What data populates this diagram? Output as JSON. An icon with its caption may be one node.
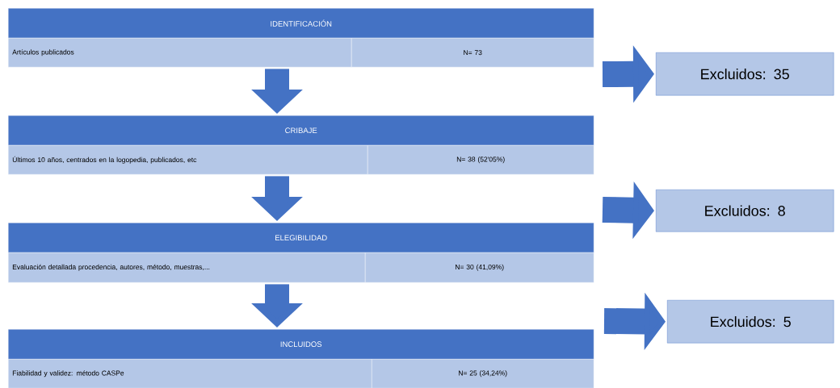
{
  "diagram": {
    "nodes": [
      {
        "text": [
          "IDENTIFICACIÓN"
        ]
      },
      {
        "text": [
          "Artículos publicados"
        ]
      },
      {
        "text": [
          "N= 73"
        ]
      },
      {
        "text": [
          "CRIBAJE"
        ]
      },
      {
        "text": [
          "Últimos 10 años, centrados en la logopedia, publicados, etc"
        ]
      },
      {
        "text": [
          "N= 38 (52'05%)"
        ]
      },
      {
        "text": [
          "ELEGIBILIDAD"
        ]
      },
      {
        "text": [
          "Evaluación detallada procedencia, autores, método, muestras,..."
        ]
      },
      {
        "text": [
          "N= 30 (41,09%)"
        ]
      },
      {
        "text": [
          "INCLUIDOS"
        ]
      },
      {
        "text": [
          "Fiabilidad y validez: método CASPe"
        ]
      },
      {
        "text": [
          "N= 25 (34,24%)"
        ]
      },
      {
        "text": [
          "Excluidos: 35"
        ]
      },
      {
        "text": [
          "Excluidos: 8"
        ]
      },
      {
        "text": [
          "Excluidos: 5"
        ]
      }
    ],
    "edges": [
      {
        "from": 1,
        "to": 3,
        "arrow": "to"
      },
      {
        "from": 4,
        "to": 6,
        "arrow": "to"
      },
      {
        "from": 7,
        "to": 9,
        "arrow": "to"
      },
      {
        "from": null,
        "to": 12,
        "arrow": "to"
      },
      {
        "from": null,
        "to": 13,
        "arrow": "to"
      },
      {
        "from": null,
        "to": 14,
        "arrow": "to"
      }
    ]
  }
}
